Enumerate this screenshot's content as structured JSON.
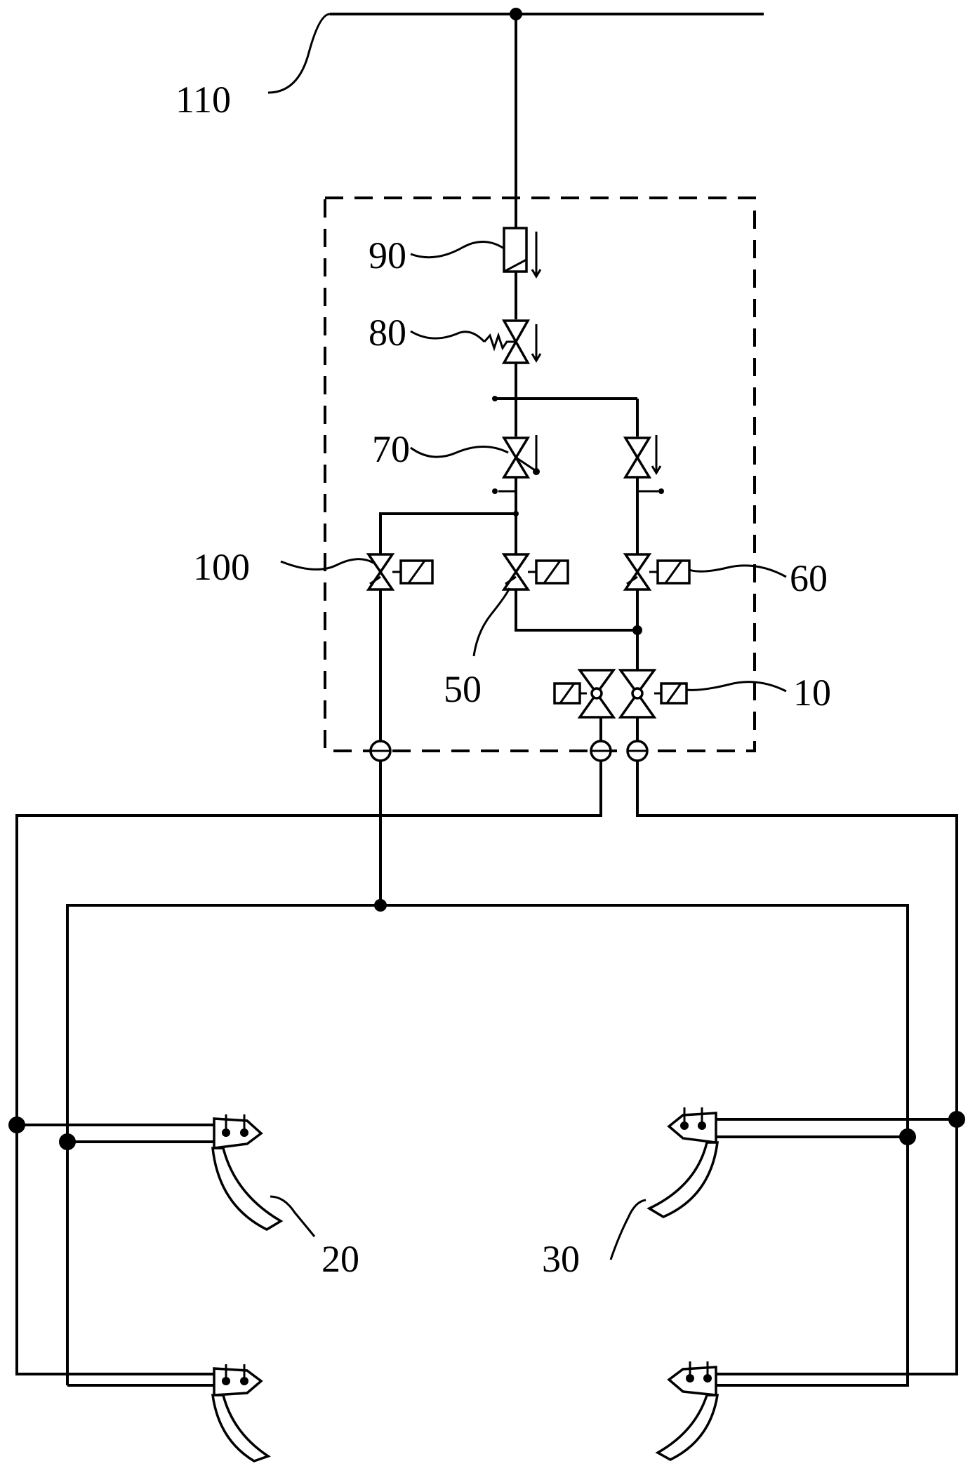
{
  "labels": {
    "l110": "110",
    "l90": "90",
    "l80": "80",
    "l70": "70",
    "l100": "100",
    "l50": "50",
    "l60": "60",
    "l10": "10",
    "l20": "20",
    "l30": "30"
  }
}
